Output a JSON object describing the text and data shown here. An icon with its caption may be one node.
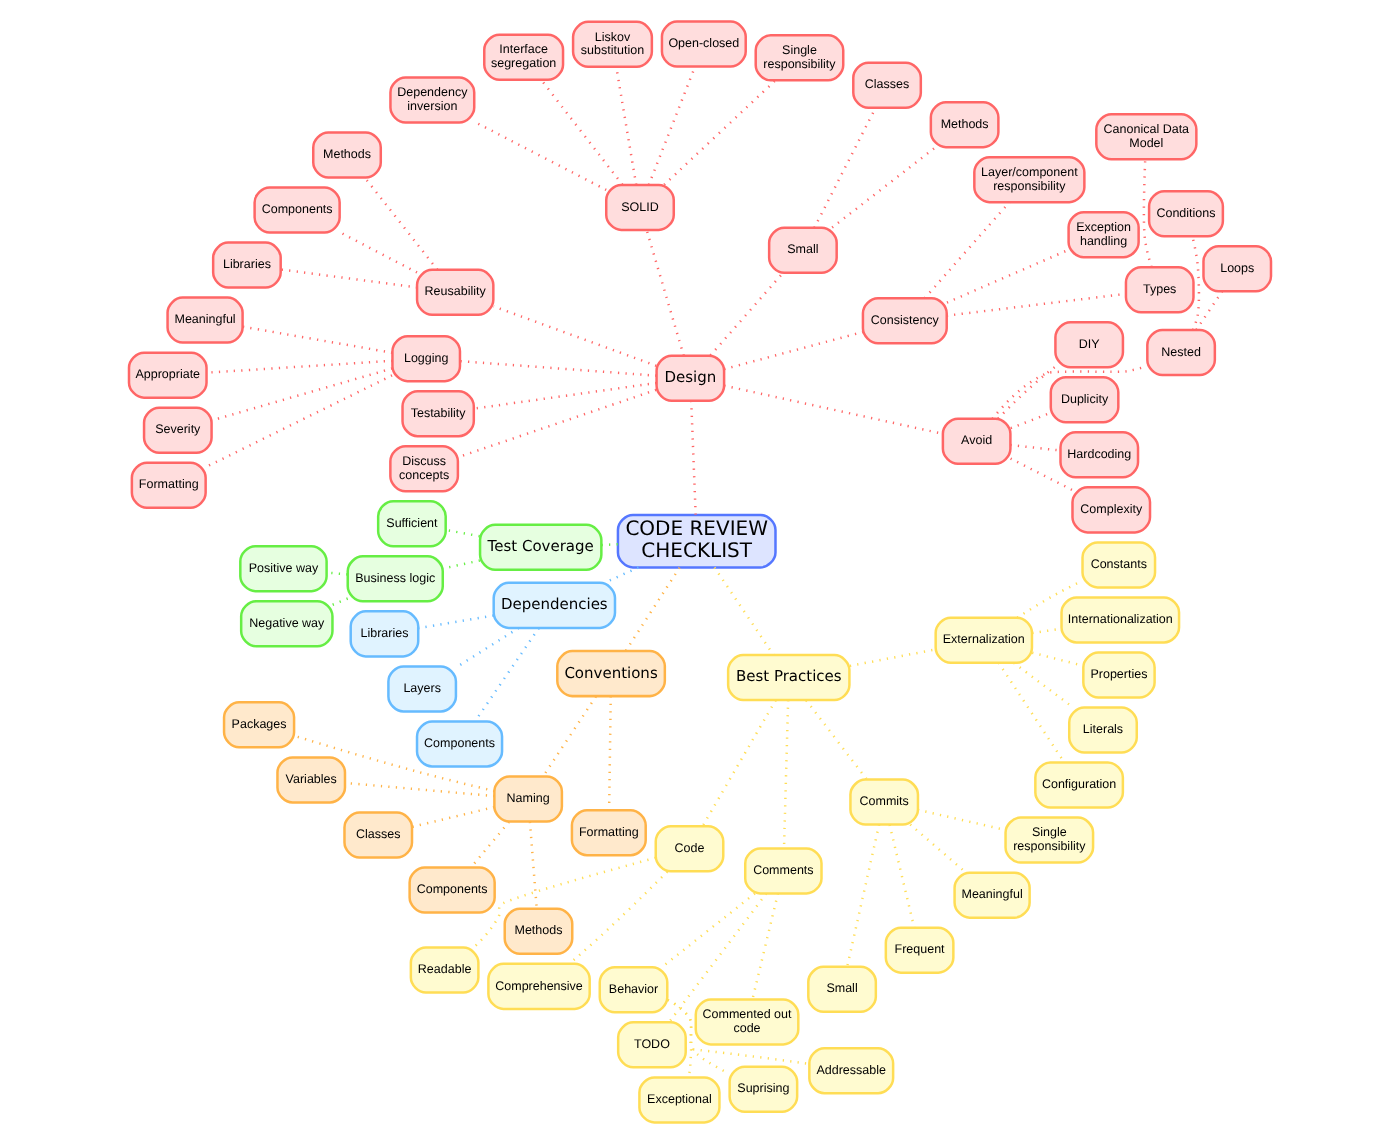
{
  "diagram": {
    "nodes": [
      {
        "text": [
          "CODE REVIEW CHECKLIST"
        ]
      },
      {
        "text": [
          "Design"
        ]
      },
      {
        "text": [
          "Avoid"
        ]
      },
      {
        "text": [
          "Complexity"
        ]
      },
      {
        "text": [
          "Hardcoding"
        ]
      },
      {
        "text": [
          "Duplicity"
        ]
      },
      {
        "text": [
          "DIY"
        ]
      },
      {
        "text": [
          "Nested"
        ]
      },
      {
        "text": [
          "Loops"
        ]
      },
      {
        "text": [
          "Conditions"
        ]
      },
      {
        "text": [
          "Types"
        ]
      },
      {
        "text": [
          "Canonical Data Model"
        ]
      },
      {
        "text": [
          "Consistency"
        ]
      },
      {
        "text": [
          "Exception handling"
        ]
      },
      {
        "text": [
          "Layer/component responsibility"
        ]
      },
      {
        "text": [
          "Small"
        ]
      },
      {
        "text": [
          "Methods"
        ]
      },
      {
        "text": [
          "Classes"
        ]
      },
      {
        "text": [
          "SOLID"
        ]
      },
      {
        "text": [
          "Single responsibility"
        ]
      },
      {
        "text": [
          "Open-closed"
        ]
      },
      {
        "text": [
          "Liskov substitution"
        ]
      },
      {
        "text": [
          "Interface segregation"
        ]
      },
      {
        "text": [
          "Dependency inversion"
        ]
      },
      {
        "text": [
          "Reusability"
        ]
      },
      {
        "text": [
          "Methods"
        ]
      },
      {
        "text": [
          "Components"
        ]
      },
      {
        "text": [
          "Libraries"
        ]
      },
      {
        "text": [
          "Logging"
        ]
      },
      {
        "text": [
          "Meaningful"
        ]
      },
      {
        "text": [
          "Appropriate"
        ]
      },
      {
        "text": [
          "Severity"
        ]
      },
      {
        "text": [
          "Formatting"
        ]
      },
      {
        "text": [
          "Testability"
        ]
      },
      {
        "text": [
          "Discuss concepts"
        ]
      },
      {
        "text": [
          "Test Coverage"
        ]
      },
      {
        "text": [
          "Sufficient"
        ]
      },
      {
        "text": [
          "Business logic"
        ]
      },
      {
        "text": [
          "Positive way"
        ]
      },
      {
        "text": [
          "Negative way"
        ]
      },
      {
        "text": [
          "Dependencies"
        ]
      },
      {
        "text": [
          "Libraries"
        ]
      },
      {
        "text": [
          "Layers"
        ]
      },
      {
        "text": [
          "Components"
        ]
      },
      {
        "text": [
          "Conventions"
        ]
      },
      {
        "text": [
          "Naming"
        ]
      },
      {
        "text": [
          "Packages"
        ]
      },
      {
        "text": [
          "Variables"
        ]
      },
      {
        "text": [
          "Classes"
        ]
      },
      {
        "text": [
          "Components"
        ]
      },
      {
        "text": [
          "Methods"
        ]
      },
      {
        "text": [
          "Formatting"
        ]
      },
      {
        "text": [
          "Best Practices"
        ]
      },
      {
        "text": [
          "Code"
        ]
      },
      {
        "text": [
          "Readable"
        ]
      },
      {
        "text": [
          "Comprehensive"
        ]
      },
      {
        "text": [
          "Comments"
        ]
      },
      {
        "text": [
          "Behavior"
        ]
      },
      {
        "text": [
          "Exceptional"
        ]
      },
      {
        "text": [
          "Suprising"
        ]
      },
      {
        "text": [
          "TODO"
        ]
      },
      {
        "text": [
          "Addressable"
        ]
      },
      {
        "text": [
          "Commented out code"
        ]
      },
      {
        "text": [
          "Commits"
        ]
      },
      {
        "text": [
          "Small"
        ]
      },
      {
        "text": [
          "Frequent"
        ]
      },
      {
        "text": [
          "Meaningful"
        ]
      },
      {
        "text": [
          "Single responsibility"
        ]
      },
      {
        "text": [
          "Externalization"
        ]
      },
      {
        "text": [
          "Configuration"
        ]
      },
      {
        "text": [
          "Literals"
        ]
      },
      {
        "text": [
          "Properties"
        ]
      },
      {
        "text": [
          "Internationalization"
        ]
      },
      {
        "text": [
          "Constants"
        ]
      }
    ],
    "edges": [
      {
        "from": 0,
        "to": 1,
        "arrow": "none",
        "color": "#ff6666"
      },
      {
        "from": 1,
        "to": 2,
        "arrow": "none",
        "color": "#ff6666"
      },
      {
        "from": 2,
        "to": 3,
        "arrow": "none",
        "color": "#ff6666"
      },
      {
        "from": 2,
        "to": 4,
        "arrow": "none",
        "color": "#ff6666"
      },
      {
        "from": 2,
        "to": 5,
        "arrow": "none",
        "color": "#ff6666"
      },
      {
        "from": 2,
        "to": 6,
        "arrow": "none",
        "color": "#ff6666"
      },
      {
        "from": 2,
        "to": 7,
        "arrow": "none",
        "color": "#ff6666"
      },
      {
        "from": 7,
        "to": 8,
        "arrow": "none",
        "color": "#ff6666"
      },
      {
        "from": 7,
        "to": 9,
        "arrow": "none",
        "color": "#ff6666"
      },
      {
        "from": 12,
        "to": 10,
        "arrow": "none",
        "color": "#ff6666"
      },
      {
        "from": 10,
        "to": 11,
        "arrow": "none",
        "color": "#ff6666"
      },
      {
        "from": 1,
        "to": 12,
        "arrow": "none",
        "color": "#ff6666"
      },
      {
        "from": 12,
        "to": 13,
        "arrow": "none",
        "color": "#ff6666"
      },
      {
        "from": 12,
        "to": 14,
        "arrow": "none",
        "color": "#ff6666"
      },
      {
        "from": 1,
        "to": 15,
        "arrow": "none",
        "color": "#ff6666"
      },
      {
        "from": 15,
        "to": 16,
        "arrow": "none",
        "color": "#ff6666"
      },
      {
        "from": 15,
        "to": 17,
        "arrow": "none",
        "color": "#ff6666"
      },
      {
        "from": 1,
        "to": 18,
        "arrow": "none",
        "color": "#ff6666"
      },
      {
        "from": 18,
        "to": 19,
        "arrow": "none",
        "color": "#ff6666"
      },
      {
        "from": 18,
        "to": 20,
        "arrow": "none",
        "color": "#ff6666"
      },
      {
        "from": 18,
        "to": 21,
        "arrow": "none",
        "color": "#ff6666"
      },
      {
        "from": 18,
        "to": 22,
        "arrow": "none",
        "color": "#ff6666"
      },
      {
        "from": 18,
        "to": 23,
        "arrow": "none",
        "color": "#ff6666"
      },
      {
        "from": 1,
        "to": 24,
        "arrow": "none",
        "color": "#ff6666"
      },
      {
        "from": 24,
        "to": 25,
        "arrow": "none",
        "color": "#ff6666"
      },
      {
        "from": 24,
        "to": 26,
        "arrow": "none",
        "color": "#ff6666"
      },
      {
        "from": 24,
        "to": 27,
        "arrow": "none",
        "color": "#ff6666"
      },
      {
        "from": 1,
        "to": 28,
        "arrow": "none",
        "color": "#ff6666"
      },
      {
        "from": 28,
        "to": 29,
        "arrow": "none",
        "color": "#ff6666"
      },
      {
        "from": 28,
        "to": 30,
        "arrow": "none",
        "color": "#ff6666"
      },
      {
        "from": 28,
        "to": 31,
        "arrow": "none",
        "color": "#ff6666"
      },
      {
        "from": 28,
        "to": 32,
        "arrow": "none",
        "color": "#ff6666"
      },
      {
        "from": 1,
        "to": 33,
        "arrow": "none",
        "color": "#ff6666"
      },
      {
        "from": 1,
        "to": 34,
        "arrow": "none",
        "color": "#ff6666"
      },
      {
        "from": 0,
        "to": 35,
        "arrow": "none",
        "color": "#66ee44"
      },
      {
        "from": 35,
        "to": 36,
        "arrow": "none",
        "color": "#66ee44"
      },
      {
        "from": 35,
        "to": 37,
        "arrow": "none",
        "color": "#66ee44"
      },
      {
        "from": 37,
        "to": 38,
        "arrow": "none",
        "color": "#66ee44"
      },
      {
        "from": 37,
        "to": 39,
        "arrow": "none",
        "color": "#66ee44"
      },
      {
        "from": 0,
        "to": 40,
        "arrow": "none",
        "color": "#66bbff"
      },
      {
        "from": 40,
        "to": 41,
        "arrow": "none",
        "color": "#66bbff"
      },
      {
        "from": 40,
        "to": 42,
        "arrow": "none",
        "color": "#66bbff"
      },
      {
        "from": 40,
        "to": 43,
        "arrow": "none",
        "color": "#66bbff"
      },
      {
        "from": 0,
        "to": 44,
        "arrow": "none",
        "color": "#ffb347"
      },
      {
        "from": 44,
        "to": 45,
        "arrow": "none",
        "color": "#ffb347"
      },
      {
        "from": 45,
        "to": 46,
        "arrow": "none",
        "color": "#ffb347"
      },
      {
        "from": 45,
        "to": 47,
        "arrow": "none",
        "color": "#ffb347"
      },
      {
        "from": 45,
        "to": 48,
        "arrow": "none",
        "color": "#ffb347"
      },
      {
        "from": 45,
        "to": 49,
        "arrow": "none",
        "color": "#ffb347"
      },
      {
        "from": 45,
        "to": 50,
        "arrow": "none",
        "color": "#ffb347"
      },
      {
        "from": 44,
        "to": 51,
        "arrow": "none",
        "color": "#ffb347"
      },
      {
        "from": 0,
        "to": 52,
        "arrow": "none",
        "color": "#ffdd55"
      },
      {
        "from": 52,
        "to": 53,
        "arrow": "none",
        "color": "#ffdd55"
      },
      {
        "from": 53,
        "to": 54,
        "arrow": "none",
        "color": "#ffdd55"
      },
      {
        "from": 53,
        "to": 55,
        "arrow": "none",
        "color": "#ffdd55"
      },
      {
        "from": 52,
        "to": 56,
        "arrow": "none",
        "color": "#ffdd55"
      },
      {
        "from": 56,
        "to": 57,
        "arrow": "none",
        "color": "#ffdd55"
      },
      {
        "from": 57,
        "to": 58,
        "arrow": "none",
        "color": "#ffdd55"
      },
      {
        "from": 57,
        "to": 59,
        "arrow": "none",
        "color": "#ffdd55"
      },
      {
        "from": 56,
        "to": 60,
        "arrow": "none",
        "color": "#ffdd55"
      },
      {
        "from": 60,
        "to": 61,
        "arrow": "none",
        "color": "#ffdd55"
      },
      {
        "from": 56,
        "to": 62,
        "arrow": "none",
        "color": "#ffdd55"
      },
      {
        "from": 52,
        "to": 63,
        "arrow": "none",
        "color": "#ffdd55"
      },
      {
        "from": 63,
        "to": 64,
        "arrow": "none",
        "color": "#ffdd55"
      },
      {
        "from": 63,
        "to": 65,
        "arrow": "none",
        "color": "#ffdd55"
      },
      {
        "from": 63,
        "to": 66,
        "arrow": "none",
        "color": "#ffdd55"
      },
      {
        "from": 63,
        "to": 67,
        "arrow": "none",
        "color": "#ffdd55"
      },
      {
        "from": 52,
        "to": 68,
        "arrow": "none",
        "color": "#ffdd55"
      },
      {
        "from": 68,
        "to": 69,
        "arrow": "none",
        "color": "#ffdd55"
      },
      {
        "from": 68,
        "to": 70,
        "arrow": "none",
        "color": "#ffdd55"
      },
      {
        "from": 68,
        "to": 71,
        "arrow": "none",
        "color": "#ffdd55"
      },
      {
        "from": 68,
        "to": 72,
        "arrow": "none",
        "color": "#ffdd55"
      },
      {
        "from": 68,
        "to": 73,
        "arrow": "none",
        "color": "#ffdd55"
      }
    ]
  }
}
